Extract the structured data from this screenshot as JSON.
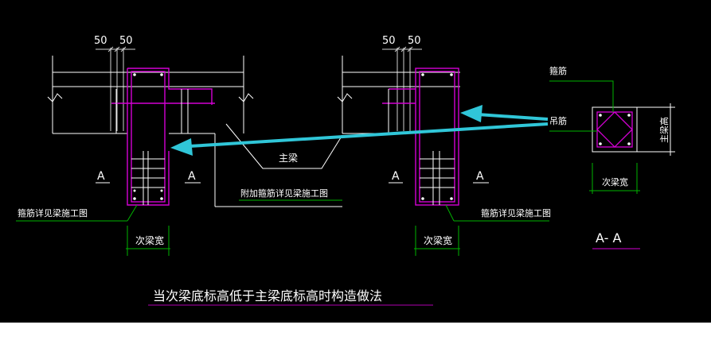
{
  "colors": {
    "background": "#000000",
    "frame": "#ffffff",
    "dimension": "#cfcfcf",
    "beam": "#d400d4",
    "rebar": "#ffffff",
    "leader": "#00b300",
    "arrow": "#30c6d8",
    "label_text": "#ffffff",
    "title_underline": "#b000b0"
  },
  "icons": [
    "break-line-icon",
    "arrow-icon"
  ],
  "labels": {
    "dim_left_1": "50",
    "dim_left_2": "50",
    "dim_right_1": "50",
    "dim_right_2": "50",
    "section_a1": "A",
    "section_a2": "A",
    "section_a3": "A",
    "section_a4": "A",
    "main_beam": "主梁",
    "additional_stirrup_note": "附加箍筋详见梁施工图",
    "stirrup_note_left": "箍筋详见梁施工图",
    "stirrup_note_right": "箍筋详见梁施工图",
    "secondary_width_left": "次梁宽",
    "secondary_width_right": "次梁宽",
    "section_stirrup": "箍筋",
    "section_hanger": "吊筋",
    "section_main_height": "主梁高",
    "section_secondary_width": "次梁宽",
    "section_title": "A- A",
    "drawing_title": "当次梁底标高低于主梁底标高时构造做法"
  }
}
